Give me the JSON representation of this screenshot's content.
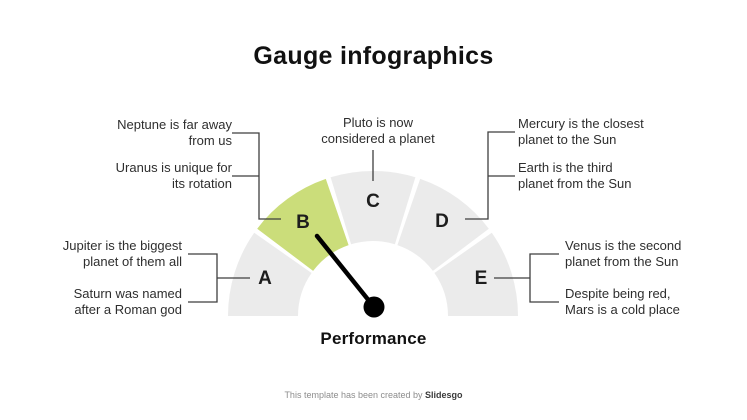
{
  "title": "Gauge infographics",
  "gauge": {
    "label": "Performance",
    "segments": [
      {
        "label": "A",
        "highlighted": false
      },
      {
        "label": "B",
        "highlighted": true
      },
      {
        "label": "C",
        "highlighted": false
      },
      {
        "label": "D",
        "highlighted": false
      },
      {
        "label": "E",
        "highlighted": false
      }
    ]
  },
  "colors": {
    "segment_highlight": "#cbdd7a",
    "segment_default": "#ebebeb",
    "needle": "#000000"
  },
  "annotations": {
    "neptune": "Neptune is far away\nfrom us",
    "uranus": "Uranus is unique for\nits rotation",
    "pluto": "Pluto is now\nconsidered a planet",
    "mercury": "Mercury is the closest\nplanet to the Sun",
    "earth": "Earth is the third\nplanet from the Sun",
    "jupiter": "Jupiter is the biggest\nplanet of them all",
    "saturn": "Saturn was named\nafter a Roman god",
    "venus": "Venus is the second\nplanet from the Sun",
    "mars": "Despite being red,\nMars is a cold place"
  },
  "footer": {
    "text": "This template has been created by ",
    "brand": "Slidesgo"
  },
  "chart_data": {
    "type": "pie",
    "subtype": "semicircular-gauge",
    "title": "Gauge infographics",
    "label": "Performance",
    "categories": [
      "A",
      "B",
      "C",
      "D",
      "E"
    ],
    "values": [
      20,
      20,
      20,
      20,
      20
    ],
    "highlighted_category": "B",
    "needle_points_to": "B",
    "needle_angle_deg": 128,
    "legend_position": "none",
    "annotations": [
      "Neptune is far away from us",
      "Uranus is unique for its rotation",
      "Pluto is now considered a planet",
      "Mercury is the closest planet to the Sun",
      "Earth is the third planet from the Sun",
      "Jupiter is the biggest planet of them all",
      "Saturn was named after a Roman god",
      "Venus is the second planet from the Sun",
      "Despite being red, Mars is a cold place"
    ]
  }
}
